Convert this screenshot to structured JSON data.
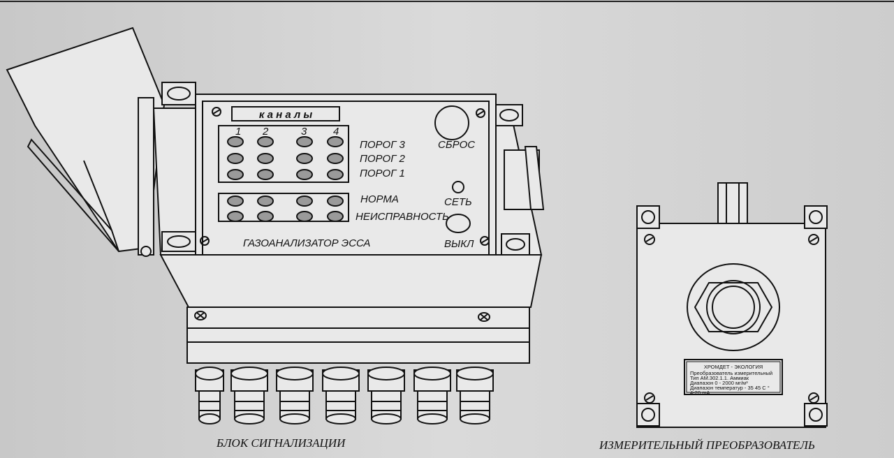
{
  "left_device": {
    "caption": "БЛОК СИГНАЛИЗАЦИИ",
    "channels_title": "к а н а л ы",
    "channel_numbers": [
      "1",
      "2",
      "3",
      "4"
    ],
    "threshold_labels": [
      "ПОРОГ 3",
      "ПОРОГ 2",
      "ПОРОГ 1"
    ],
    "status_labels": [
      "НОРМА",
      "НЕИСПРАВНОСТЬ"
    ],
    "reset_label": "СБРОС",
    "power_label": "СЕТЬ",
    "off_label": "ВЫКЛ",
    "model_label": "ГАЗОАНАЛИЗАТОР ЭССА"
  },
  "right_device": {
    "caption": "ИЗМЕРИТЕЛЬНЫЙ ПРЕОБРАЗОВАТЕЛЬ",
    "plate_title": "ХРОМДЕТ - ЭКОЛОГИЯ",
    "plate_lines": [
      "Преобразователь измерительный",
      "Тип АМ.302.1.1. Аммиак",
      "Диапазон 0 - 2000   мг/м³",
      "Диапазон температур - 35  45 С °",
      "4-20 mA"
    ]
  }
}
